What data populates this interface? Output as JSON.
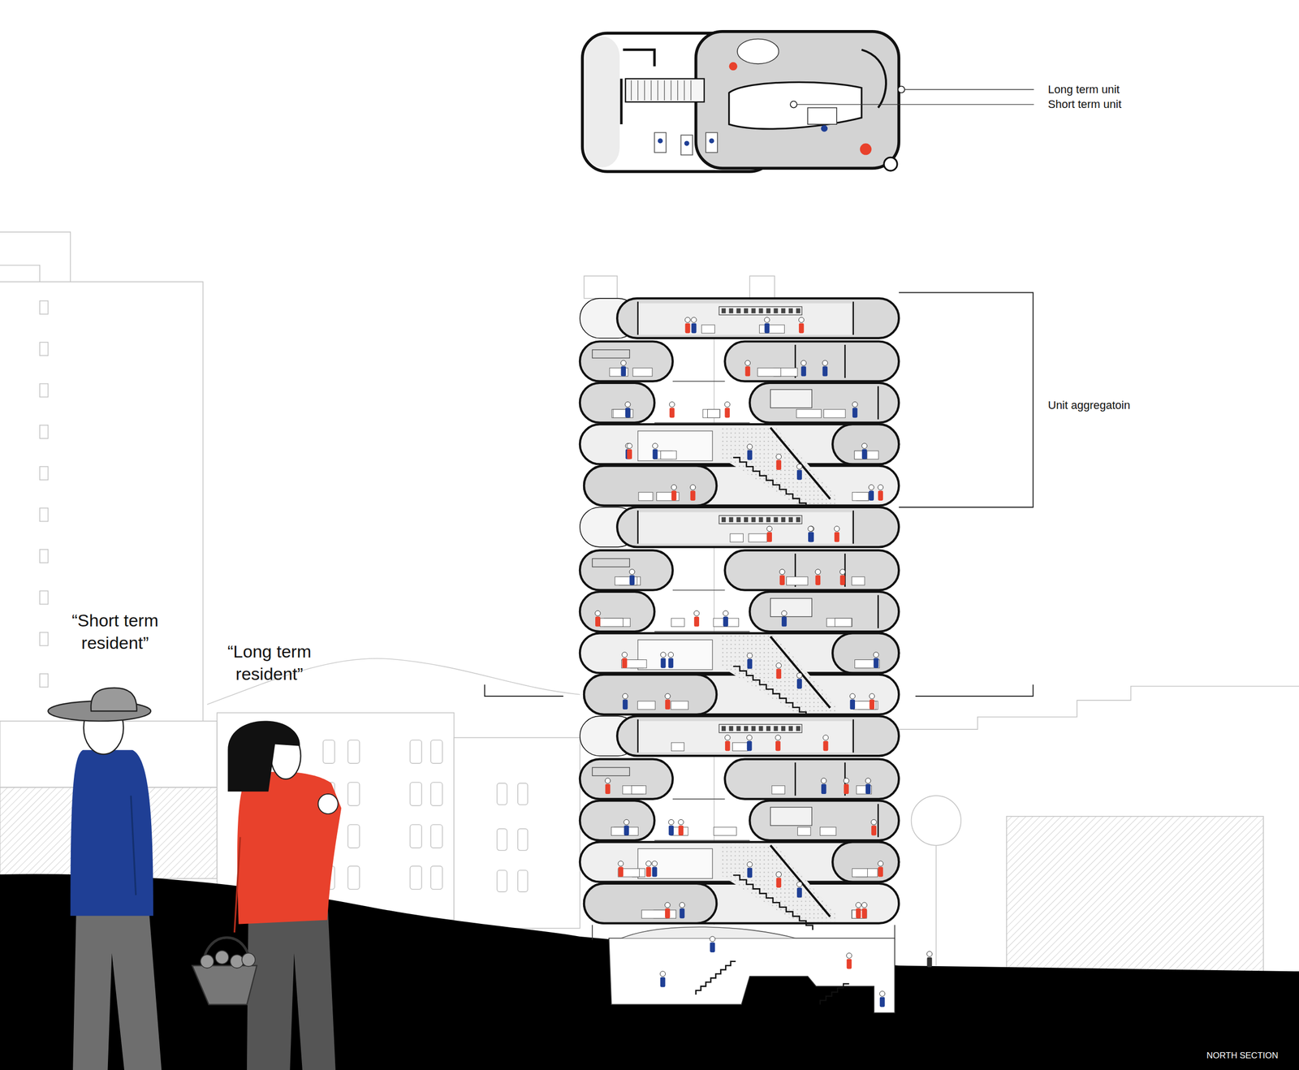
{
  "diagram": {
    "labels": [
      "Long term unit",
      "Short term unit",
      "Unit aggregatoin",
      "“Short term resident”",
      "“Long term resident”",
      "NORTH SECTION"
    ]
  }
}
